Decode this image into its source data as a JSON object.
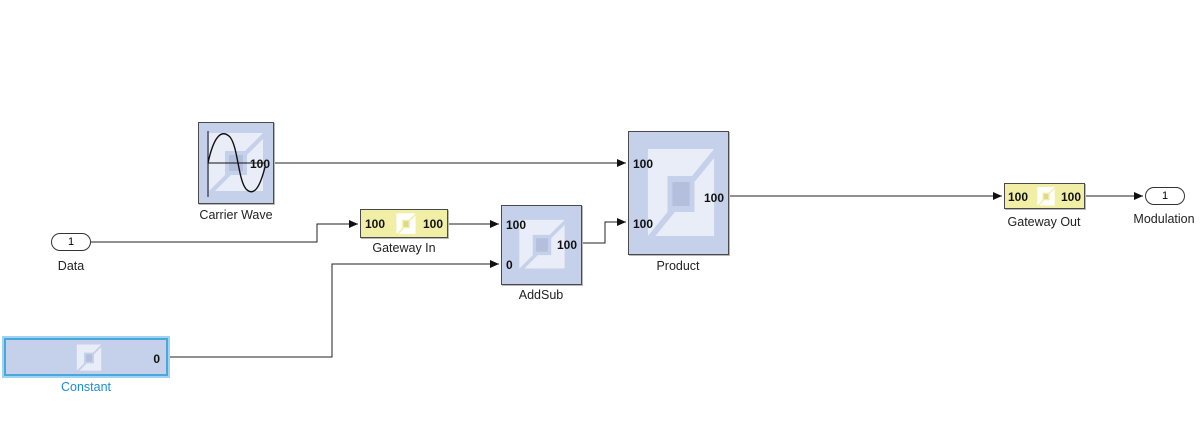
{
  "blocks": {
    "carrier_wave": {
      "label": "Carrier Wave",
      "out": "100"
    },
    "gateway_in": {
      "label": "Gateway In",
      "in": "100",
      "out": "100"
    },
    "addsub": {
      "label": "AddSub",
      "in1": "100",
      "in2": "0",
      "out": "100"
    },
    "product": {
      "label": "Product",
      "in1": "100",
      "in2": "100",
      "out": "100"
    },
    "gateway_out": {
      "label": "Gateway Out",
      "in": "100",
      "out": "100"
    },
    "constant": {
      "label": "Constant",
      "out": "0",
      "selected": true
    }
  },
  "ports": {
    "data_in": {
      "number": "1",
      "label": "Data"
    },
    "modulation_out": {
      "number": "1",
      "label": "Modulation"
    }
  },
  "colors": {
    "block_fill": "#c5d0ea",
    "gateway_fill": "#f1efa6",
    "selection": "#4aa7de",
    "line": "#222222"
  }
}
